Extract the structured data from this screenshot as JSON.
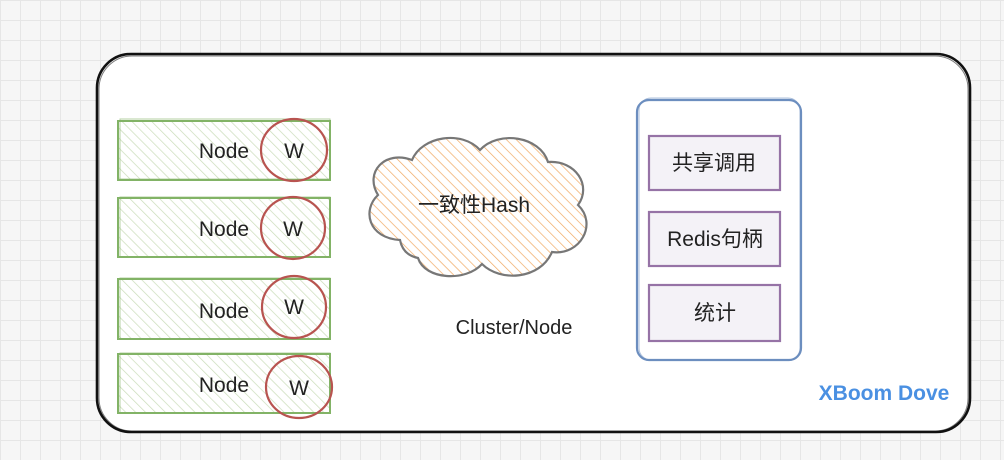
{
  "cluster": {
    "label": "Cluster/Node",
    "brand": "XBoom Dove",
    "nodes": [
      {
        "label": "Node",
        "worker": "W"
      },
      {
        "label": "Node",
        "worker": "W"
      },
      {
        "label": "Node",
        "worker": "W"
      },
      {
        "label": "Node",
        "worker": "W"
      }
    ],
    "hash_label": "一致性Hash",
    "services": [
      {
        "label": "共享调用"
      },
      {
        "label": "Redis句柄"
      },
      {
        "label": "统计"
      }
    ]
  },
  "colors": {
    "node_border": "#82b366",
    "node_hatch": "#c9dcb8",
    "worker_border": "#b85450",
    "cloud_border": "#777777",
    "cloud_hatch": "#f0a860",
    "panel_border": "#6c8ebf",
    "service_border": "#9673a6",
    "brand": "#4a90e2"
  }
}
